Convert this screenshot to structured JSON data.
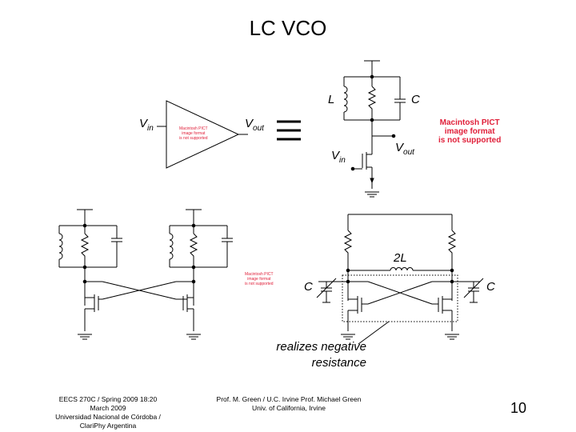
{
  "title": "LC VCO",
  "labels": {
    "amp_vin": "V",
    "amp_vin_sub": "in",
    "amp_vout": "V",
    "amp_vout_sub": "out",
    "tank_L": "L",
    "tank_C": "C",
    "tr_vin": "V",
    "tr_vin_sub": "in",
    "tr_vout": "V",
    "tr_vout_sub": "out",
    "right_2L": "2L",
    "right_C_left": "C",
    "right_C_right": "C",
    "equiv_symbol": "≡"
  },
  "pict_placeholders": {
    "large": [
      "Macintosh PICT",
      "image format",
      "is not supported"
    ],
    "small_center": [
      "Macintosh PICT",
      "image format",
      "is not supported"
    ],
    "small_amp": [
      "Macintosh PICT",
      "image format",
      "is not supported"
    ]
  },
  "note": [
    "realizes negative",
    "resistance"
  ],
  "footer": {
    "left": [
      "EECS 270C / Spring 2009 18:20",
      "March 2009",
      "Universidad Nacional de Córdoba /",
      "ClariPhy Argentina"
    ],
    "center": [
      "Prof. M. Green / U.C. Irvine Prof. Michael Green",
      "Univ. of California, Irvine"
    ],
    "page": "10"
  }
}
